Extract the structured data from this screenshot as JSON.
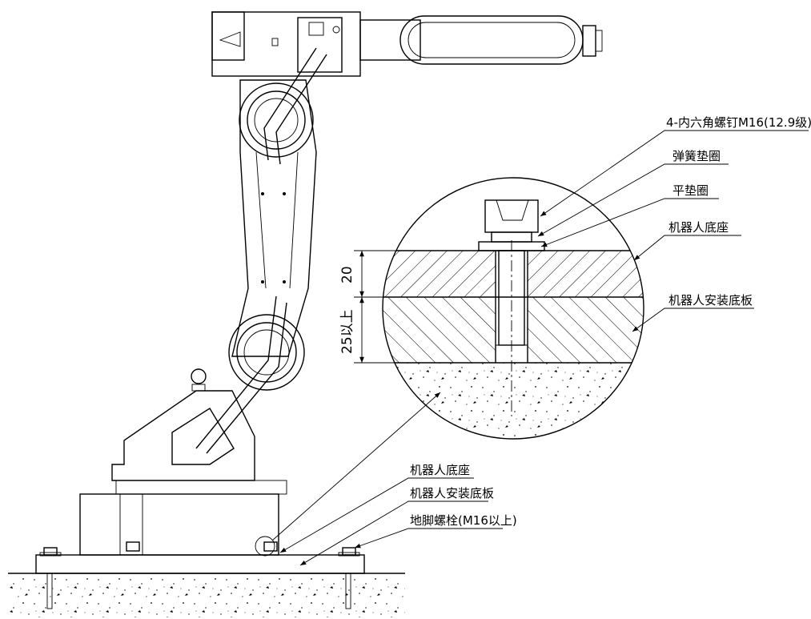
{
  "callouts": {
    "detail_bolt": "4-内六角螺钉M16(12.9级)",
    "detail_spring_washer": "弹簧垫圈",
    "detail_flat_washer": "平垫圈",
    "detail_robot_base": "机器人底座",
    "detail_mount_plate": "机器人安装底板",
    "main_robot_base": "机器人底座",
    "main_mount_plate": "机器人安装底板",
    "main_anchor_bolt": "地脚螺栓(M16以上)"
  },
  "dimensions": {
    "base_thickness": "20",
    "plate_thickness": "25以上"
  }
}
